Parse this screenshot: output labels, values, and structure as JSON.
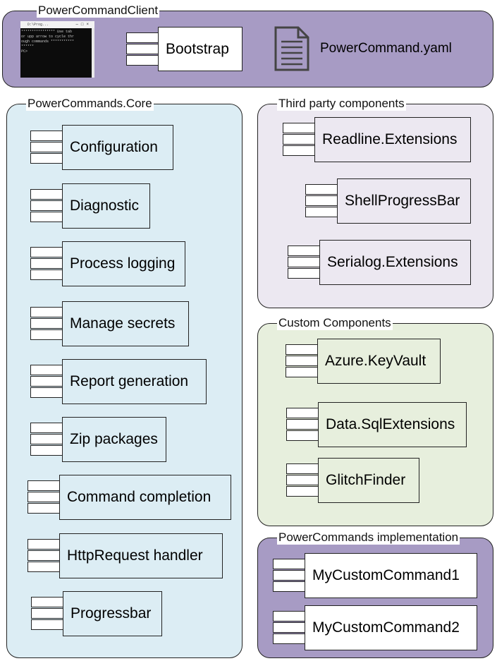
{
  "powercommand_client": {
    "title": "PowerCommandClient",
    "bootstrap": "Bootstrap",
    "config_file": "PowerCommand.yaml",
    "console": {
      "title": "D:\\Prog...",
      "text": "**************** Use tab\nor upp arrow to cycle thr\nough commands ***********\n******\nPC>"
    },
    "colors": {
      "fill": "#a79bc4"
    }
  },
  "core": {
    "title": "PowerCommands.Core",
    "components": [
      "Configuration",
      "Diagnostic",
      "Process logging",
      "Manage secrets",
      "Report generation",
      "Zip packages",
      "Command completion",
      "HttpRequest handler",
      "Progressbar"
    ],
    "colors": {
      "fill": "#dcedf4"
    }
  },
  "third_party": {
    "title": "Third party components",
    "components": [
      "Readline.Extensions",
      "ShellProgressBar",
      "Serialog.Extensions"
    ],
    "colors": {
      "fill": "#ece8f1"
    }
  },
  "custom": {
    "title": "Custom Components",
    "components": [
      "Azure.KeyVault",
      "Data.SqlExtensions",
      "GlitchFinder"
    ],
    "colors": {
      "fill": "#e7efdd"
    }
  },
  "implementation": {
    "title": "PowerCommands implementation",
    "components": [
      "MyCustomCommand1",
      "MyCustomCommand2"
    ],
    "colors": {
      "fill": "#a79bc4",
      "component_fill": "#ffffff"
    }
  }
}
